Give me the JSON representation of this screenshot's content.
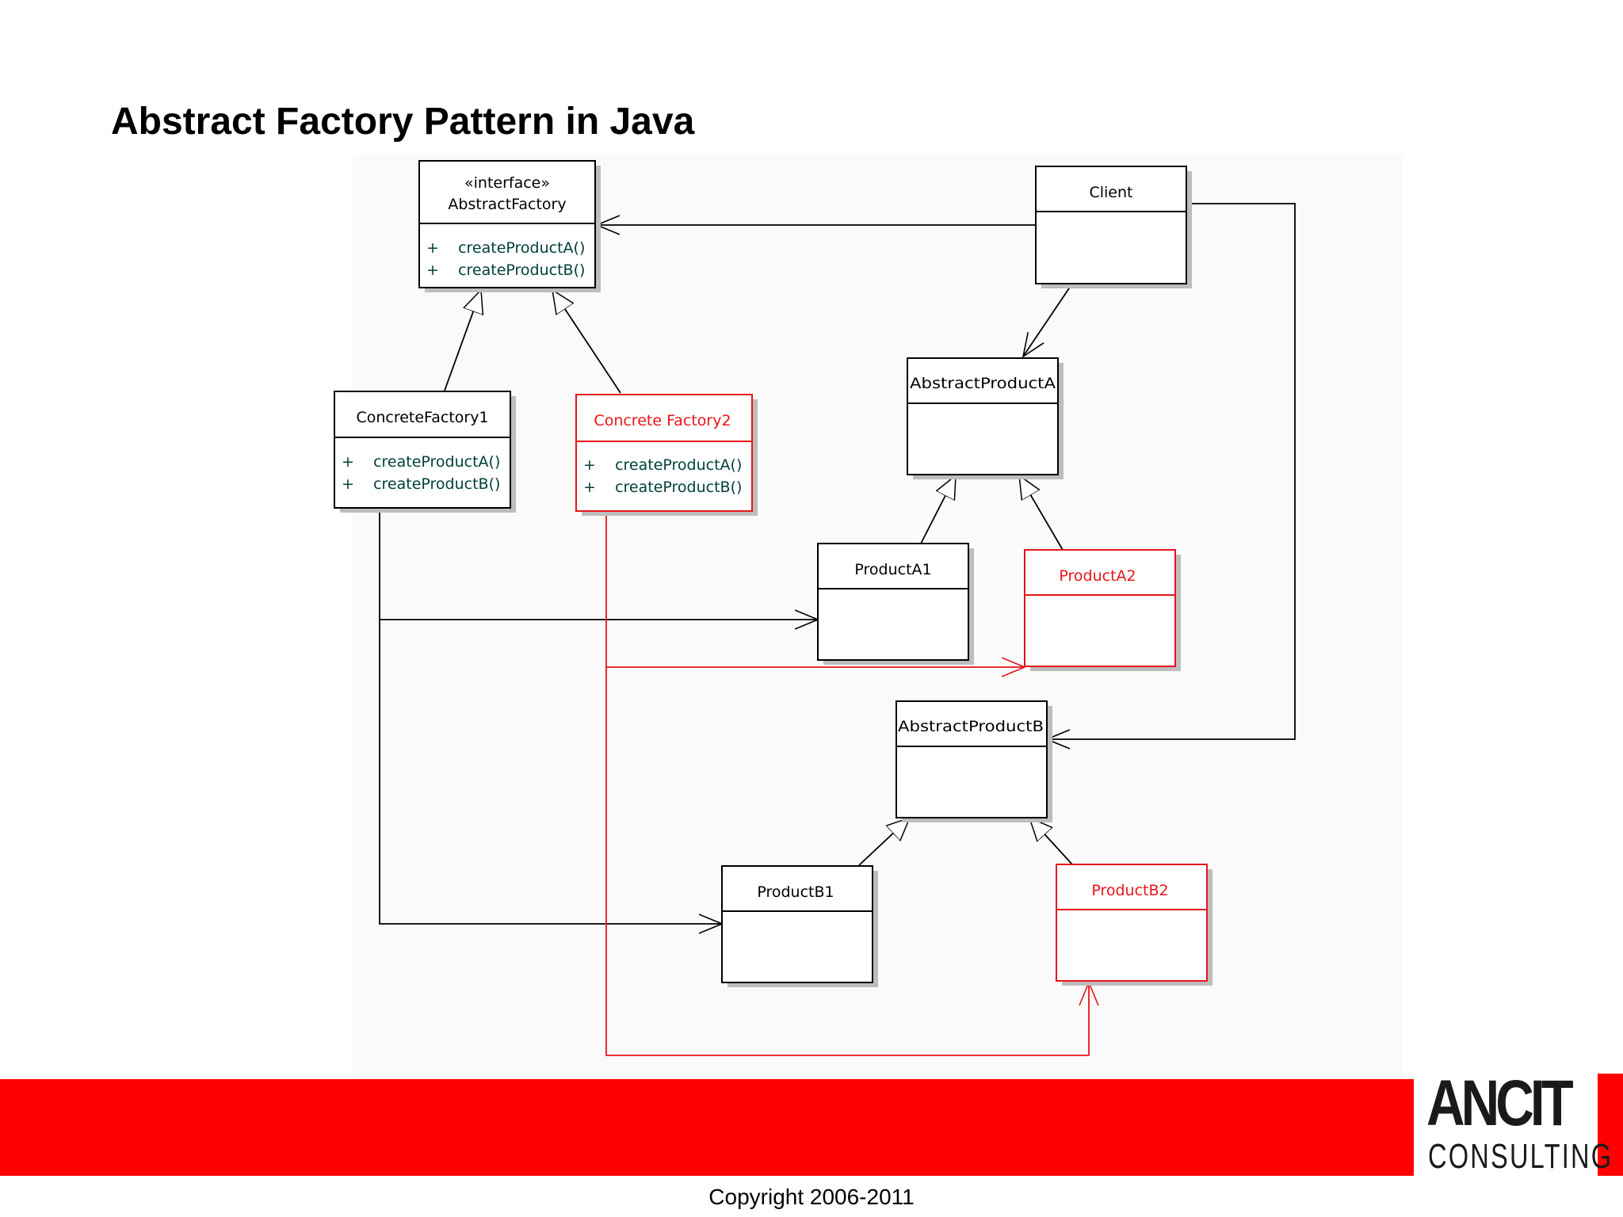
{
  "slide": {
    "title": "Abstract Factory Pattern in Java",
    "copyright": "Copyright 2006-2011"
  },
  "logo": {
    "line1": "ANCIT",
    "line2": "CONSULTING"
  },
  "colors": {
    "normal": "#000000",
    "highlight": "#e8141b",
    "operation": "#00403a",
    "shadow": "#bdbdbd",
    "footer": "#ff0000"
  },
  "diagram": {
    "classes": {
      "abstract_factory": {
        "stereotype": "«interface»",
        "name": "AbstractFactory",
        "operations": [
          "+    createProductA()",
          "+    createProductB()"
        ]
      },
      "client": {
        "name": "Client"
      },
      "concrete_factory_1": {
        "name": "ConcreteFactory1",
        "operations": [
          "+    createProductA()",
          "+    createProductB()"
        ]
      },
      "concrete_factory_2": {
        "name": "Concrete Factory2",
        "operations": [
          "+    createProductA()",
          "+    createProductB()"
        ]
      },
      "abstract_product_a": {
        "name": "AbstractProductA"
      },
      "product_a1": {
        "name": "ProductA1"
      },
      "product_a2": {
        "name": "ProductA2"
      },
      "abstract_product_b": {
        "name": "AbstractProductB"
      },
      "product_b1": {
        "name": "ProductB1"
      },
      "product_b2": {
        "name": "ProductB2"
      }
    }
  }
}
